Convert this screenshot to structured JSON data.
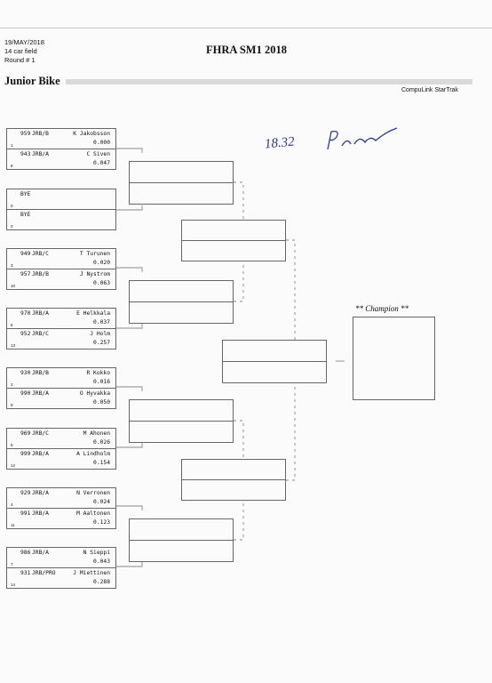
{
  "header": {
    "date": "19/MAY/2018",
    "field": "14 car field",
    "round": "Round # 1",
    "event_title": "FHRA SM1 2018",
    "class_name": "Junior Bike",
    "system": "CompuLink StarTrak"
  },
  "annotation": {
    "text": "18.32",
    "initials": "P.A.N"
  },
  "champion_label": "** Champion **",
  "pairs": [
    {
      "top": {
        "num": "959",
        "cls": "JRB/B",
        "name": "K Jakobsson",
        "time": "0.000",
        "lane": "1"
      },
      "bot": {
        "num": "943",
        "cls": "JRB/A",
        "name": "C Siven",
        "time": "0.047",
        "lane": "8"
      }
    },
    {
      "top": {
        "num": "",
        "cls": "BYE",
        "name": "",
        "time": "",
        "lane": "0"
      },
      "bot": {
        "num": "",
        "cls": "BYE",
        "name": "",
        "time": "",
        "lane": "0"
      }
    },
    {
      "top": {
        "num": "949",
        "cls": "JRB/C",
        "name": "T Turunen",
        "time": "0.020",
        "lane": "3"
      },
      "bot": {
        "num": "957",
        "cls": "JRB/B",
        "name": "J Nystrom",
        "time": "0.063",
        "lane": "10"
      }
    },
    {
      "top": {
        "num": "970",
        "cls": "JRB/A",
        "name": "E Helkkala",
        "time": "0.037",
        "lane": "6"
      },
      "bot": {
        "num": "952",
        "cls": "JRB/C",
        "name": "J Holm",
        "time": "0.257",
        "lane": "13"
      }
    },
    {
      "top": {
        "num": "930",
        "cls": "JRB/B",
        "name": "R Kokko",
        "time": "0.016",
        "lane": "2"
      },
      "bot": {
        "num": "990",
        "cls": "JRB/A",
        "name": "O Hyvakka",
        "time": "0.050",
        "lane": "9"
      }
    },
    {
      "top": {
        "num": "969",
        "cls": "JRB/C",
        "name": "M Ahonen",
        "time": "0.026",
        "lane": "5"
      },
      "bot": {
        "num": "999",
        "cls": "JRB/A",
        "name": "A Lindholm",
        "time": "0.154",
        "lane": "12"
      }
    },
    {
      "top": {
        "num": "929",
        "cls": "JRB/A",
        "name": "N Verronen",
        "time": "0.024",
        "lane": "4"
      },
      "bot": {
        "num": "991",
        "cls": "JRB/A",
        "name": "M Aaltonen",
        "time": "0.123",
        "lane": "11"
      }
    },
    {
      "top": {
        "num": "986",
        "cls": "JRB/A",
        "name": "N Sieppi",
        "time": "0.043",
        "lane": "7"
      },
      "bot": {
        "num": "931",
        "cls": "JRB/PRO",
        "name": "J Miettinen",
        "time": "0.288",
        "lane": "14"
      }
    }
  ]
}
